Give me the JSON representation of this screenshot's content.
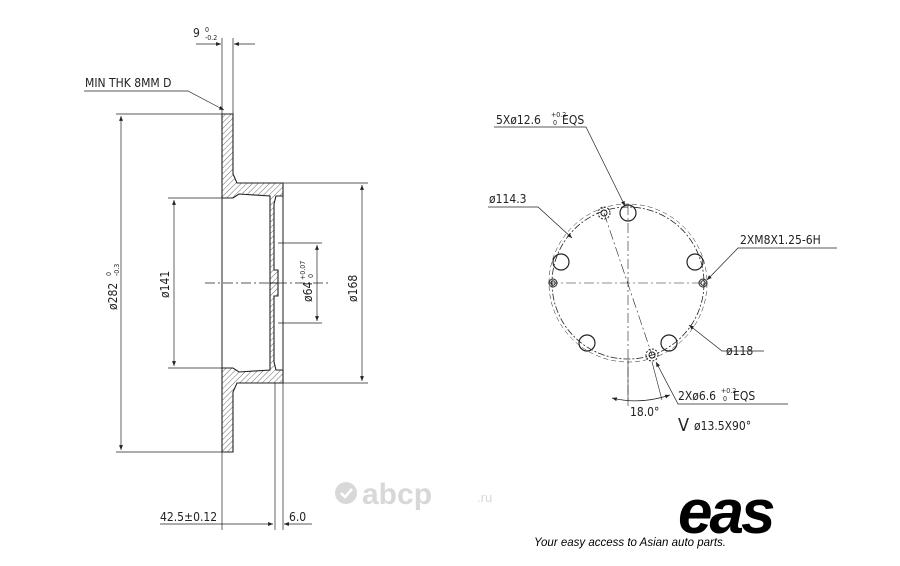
{
  "side_view": {
    "thickness_label": "9",
    "thickness_tol_upper": "0",
    "thickness_tol_lower": "-0.2",
    "min_thickness_label": "MIN THK 8MM D",
    "outer_diameter_label": "ø282",
    "outer_diameter_tol_upper": "0",
    "outer_diameter_tol_lower": "-0.3",
    "hat_diameter_label": "ø141",
    "center_bore_label": "ø64",
    "center_bore_tol_upper": "+0.07",
    "center_bore_tol_lower": "0",
    "hat_outer_label": "ø168",
    "offset_label": "42.5±0.12",
    "hat_depth_label": "6.0"
  },
  "front_view": {
    "bolt_holes_label": "5Xø12.6",
    "bolt_holes_tol_upper": "+0.2",
    "bolt_holes_tol_lower": "0",
    "bolt_holes_suffix": "EQS",
    "pcd_label": "ø114.3",
    "thread_label": "2XM8X1.25-6H",
    "circle_118_label": "ø118",
    "pin_holes_label": "2Xø6.6",
    "pin_holes_tol_upper": "+0.2",
    "pin_holes_tol_lower": "0",
    "pin_holes_suffix": "EQS",
    "angle_label": "18.0°",
    "countersink_symbol": "V",
    "countersink_label": "ø13.5X90°"
  },
  "watermark": {
    "name": "abcp",
    "suffix": ".ru"
  },
  "brand": {
    "logo_text": "eas",
    "tagline": "Your easy access to Asian auto parts."
  },
  "colors": {
    "line": "#222222",
    "hatch": "#444444",
    "watermark": "#d8d8d8"
  }
}
